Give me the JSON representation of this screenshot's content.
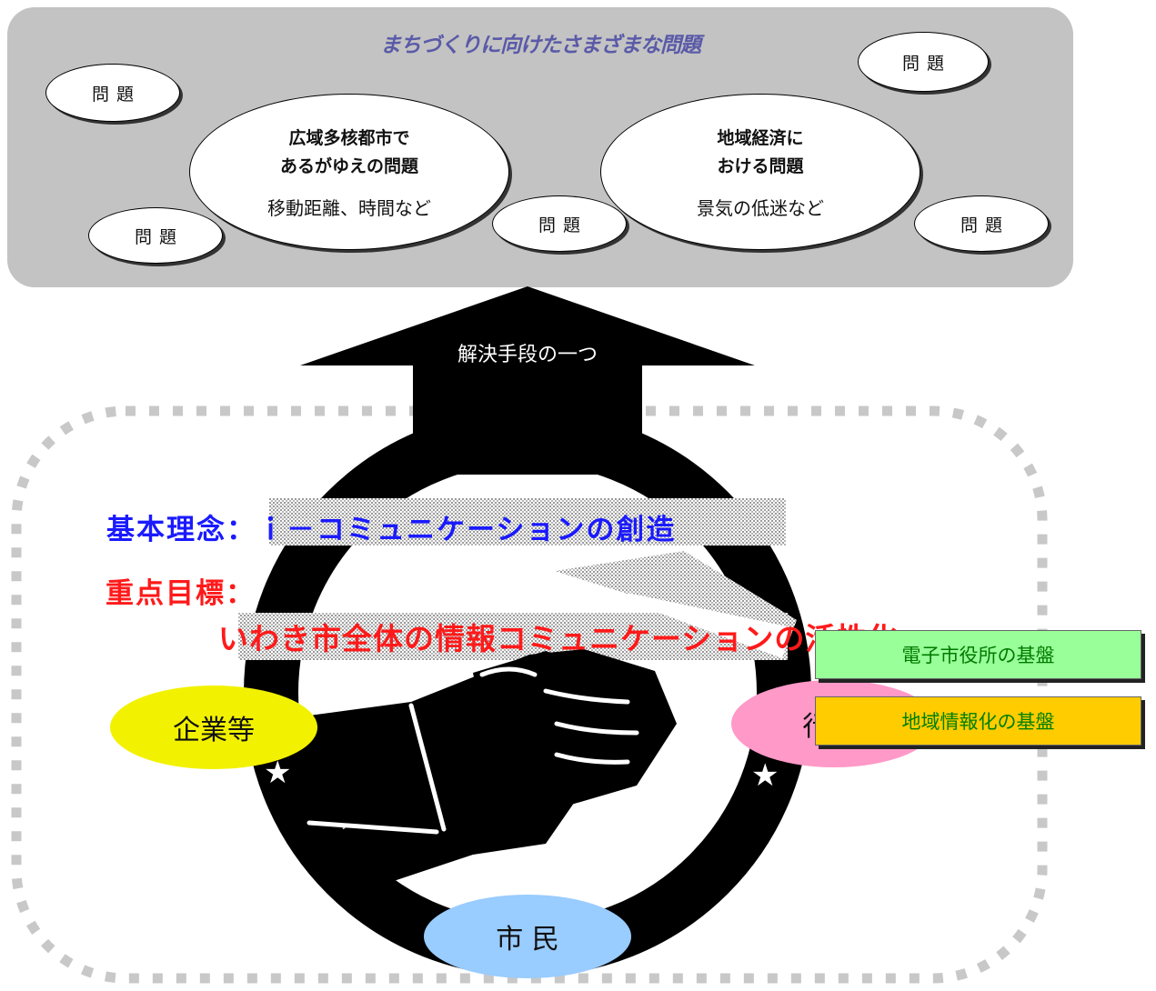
{
  "top": {
    "title": "まちづくりに向けたさまざまな問題",
    "problem_label": "問題",
    "issue1": {
      "line1": "広域多核都市で",
      "line2": "あるがゆえの問題",
      "detail": "移動距離、時間など"
    },
    "issue2": {
      "line1": "地域経済に",
      "line2": "おける問題",
      "detail": "景気の低迷など"
    }
  },
  "arrow": {
    "label": "解決手段の一つ"
  },
  "principle": {
    "text": "基本理念：ｉ－コミュニケーションの創造"
  },
  "goal": {
    "label": "重点目標：",
    "text": "いわき市全体の情報コミュニケーションの活性化"
  },
  "nodes": {
    "company": "企業等",
    "government": "行 政",
    "citizen": "市 民"
  },
  "stars": {
    "glyph": "★"
  },
  "legend": {
    "egov": "電子市役所の基盤",
    "regional": "地域情報化の基盤"
  },
  "colors": {
    "panel": "#c3c3c3",
    "title": "#5a5aa8",
    "principle": "#1a1aff",
    "goal": "#ff1a1a",
    "company": "#f2f200",
    "government": "#ff99c8",
    "citizen": "#99ccff",
    "egov_fill": "#99ff99",
    "egov_text": "#007a00",
    "regional_fill": "#ffcc00",
    "regional_text": "#008000",
    "dashes": "#c8c8c8"
  }
}
